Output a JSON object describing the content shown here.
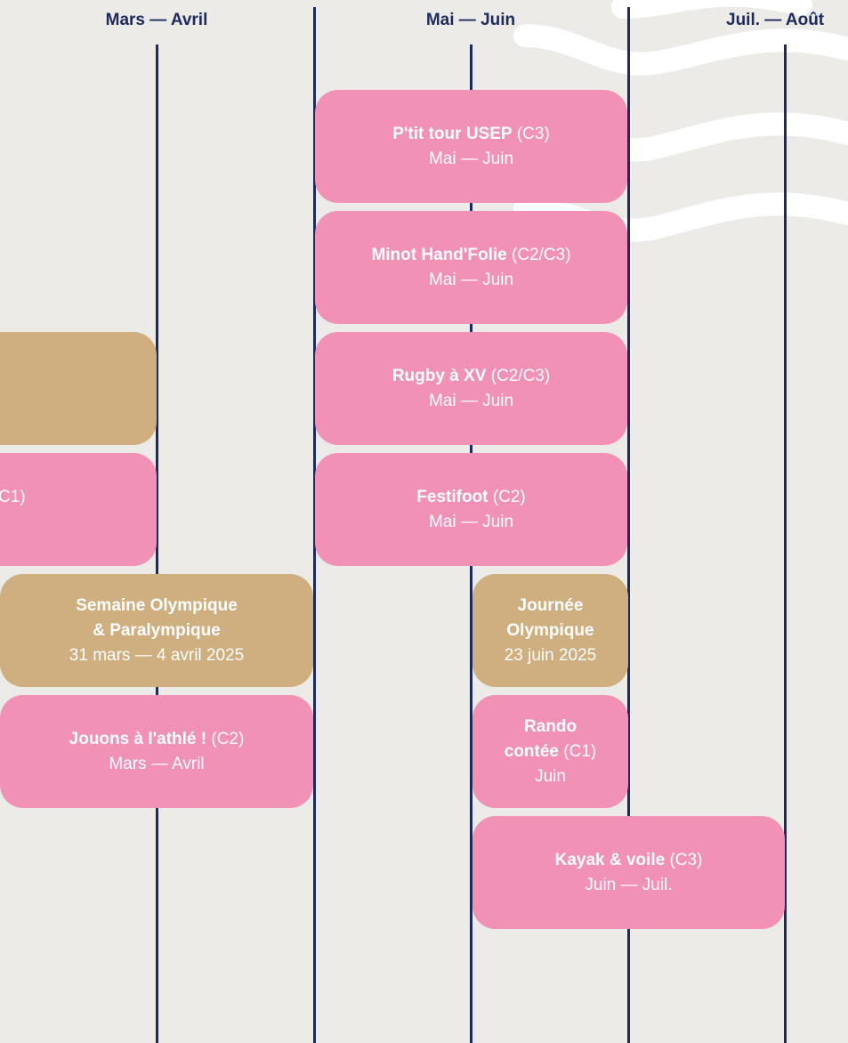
{
  "colors": {
    "background": "#ecebe7",
    "line": "#1f2a5c",
    "pink_card": "#f291b6",
    "gold_card": "#cfae7f",
    "text_on_card": "#ffffff"
  },
  "months": [
    "Mars — Avril",
    "Mai — Juin",
    "Juil. — Août"
  ],
  "cards": [
    {
      "title": "P'tit tour USEP",
      "level": " (C3)",
      "dates": "Mai — Juin"
    },
    {
      "title": "Minot Hand'Folie",
      "level": " (C2/C3)",
      "dates": "Mai — Juin"
    },
    {
      "title": "Rugby à XV",
      "level": " (C2/C3)",
      "dates": "Mai — Juin"
    },
    {
      "title": "Festifoot",
      "level": " (C2)",
      "dates": "Mai — Juin"
    },
    {
      "title": "Semaine Olympique\n& Paralympique",
      "level": "",
      "dates": "31 mars — 4 avril 2025"
    },
    {
      "title": "Jouons à l'athlé !",
      "level": " (C2)",
      "dates": "Mars — Avril"
    },
    {
      "title": "Journée\nOlympique",
      "level": "",
      "dates": "23 juin 2025"
    },
    {
      "title": "Rando\ncontée",
      "level": " (C1)",
      "dates": "Juin"
    },
    {
      "title": "Kayak & voile",
      "level": " (C3)",
      "dates": "Juin — Juil."
    },
    {
      "title": "",
      "level": "",
      "dates": ""
    },
    {
      "title": "",
      "level": "C1)",
      "dates": ""
    }
  ]
}
